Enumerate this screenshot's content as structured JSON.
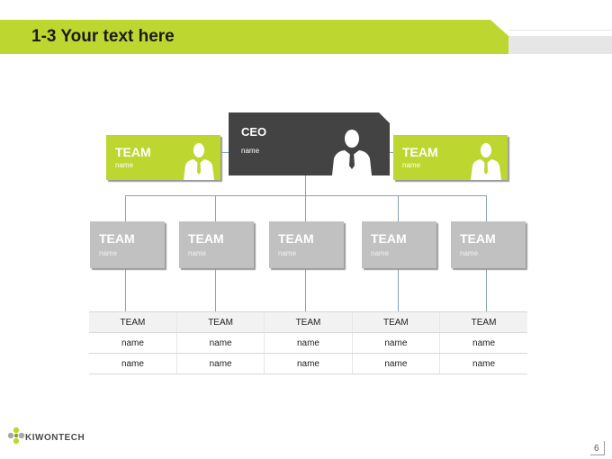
{
  "header": {
    "title": "1-3 Your text here"
  },
  "colors": {
    "accent": "#bed730",
    "ceo_fill": "#434343",
    "team_fill": "#c1c1c1",
    "line": "#8aa0b3"
  },
  "ceo": {
    "title": "CEO",
    "sub": "name",
    "icon": "businessman-silhouette-icon"
  },
  "side_teams": [
    {
      "title": "TEAM",
      "sub": "name",
      "icon": "businessman-silhouette-icon"
    },
    {
      "title": "TEAM",
      "sub": "name",
      "icon": "businessman-silhouette-icon"
    }
  ],
  "teams": [
    {
      "title": "TEAM",
      "sub": "name"
    },
    {
      "title": "TEAM",
      "sub": "name"
    },
    {
      "title": "TEAM",
      "sub": "name"
    },
    {
      "title": "TEAM",
      "sub": "name"
    },
    {
      "title": "TEAM",
      "sub": "name"
    }
  ],
  "table": {
    "headers": [
      "TEAM",
      "TEAM",
      "TEAM",
      "TEAM",
      "TEAM"
    ],
    "rows": [
      [
        "name",
        "name",
        "name",
        "name",
        "name"
      ],
      [
        "name",
        "name",
        "name",
        "name",
        "name"
      ]
    ]
  },
  "footer": {
    "logo": "KIWONTECH",
    "page_number": "6"
  }
}
